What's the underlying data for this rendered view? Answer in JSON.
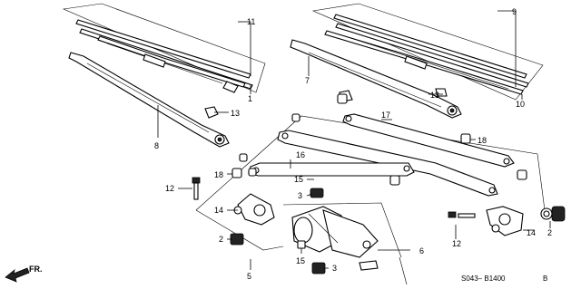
{
  "callouts": {
    "c1": "1",
    "c2a": "2",
    "c2b": "2",
    "c3a": "3",
    "c3b": "3",
    "c5": "5",
    "c6": "6",
    "c7": "7",
    "c8": "8",
    "c9": "9",
    "c10": "10",
    "c11": "11",
    "c12a": "12",
    "c12b": "12",
    "c13a": "13",
    "c13b": "13",
    "c14a": "14",
    "c14b": "14",
    "c15a": "15",
    "c15b": "15",
    "c16": "16",
    "c17": "17",
    "c18a": "18",
    "c18b": "18"
  },
  "footer": {
    "code": "S043– B1400",
    "suffix": "B",
    "fr_label": "FR."
  }
}
